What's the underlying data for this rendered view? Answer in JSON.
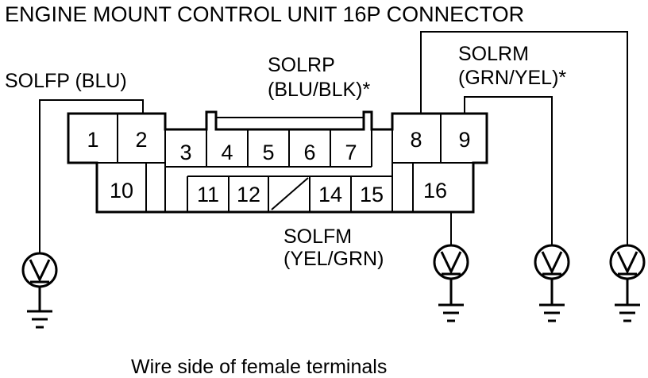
{
  "title": "ENGINE MOUNT CONTROL UNIT 16P CONNECTOR",
  "footer": "Wire side of female terminals",
  "labels": {
    "solfp": "SOLFP (BLU)",
    "solrp_name": "SOLRP",
    "solrp_color": "(BLU/BLK)*",
    "solrm_name": "SOLRM",
    "solrm_color": "(GRN/YEL)*",
    "solfm_name": "SOLFM",
    "solfm_color": "(YEL/GRN)"
  },
  "pins": {
    "p1": "1",
    "p2": "2",
    "p3": "3",
    "p4": "4",
    "p5": "5",
    "p6": "6",
    "p7": "7",
    "p8": "8",
    "p9": "9",
    "p10": "10",
    "p11": "11",
    "p12": "12",
    "p14": "14",
    "p15": "15",
    "p16": "16"
  },
  "meter_icon": "voltmeter-icon",
  "ground_icon": "ground-icon"
}
